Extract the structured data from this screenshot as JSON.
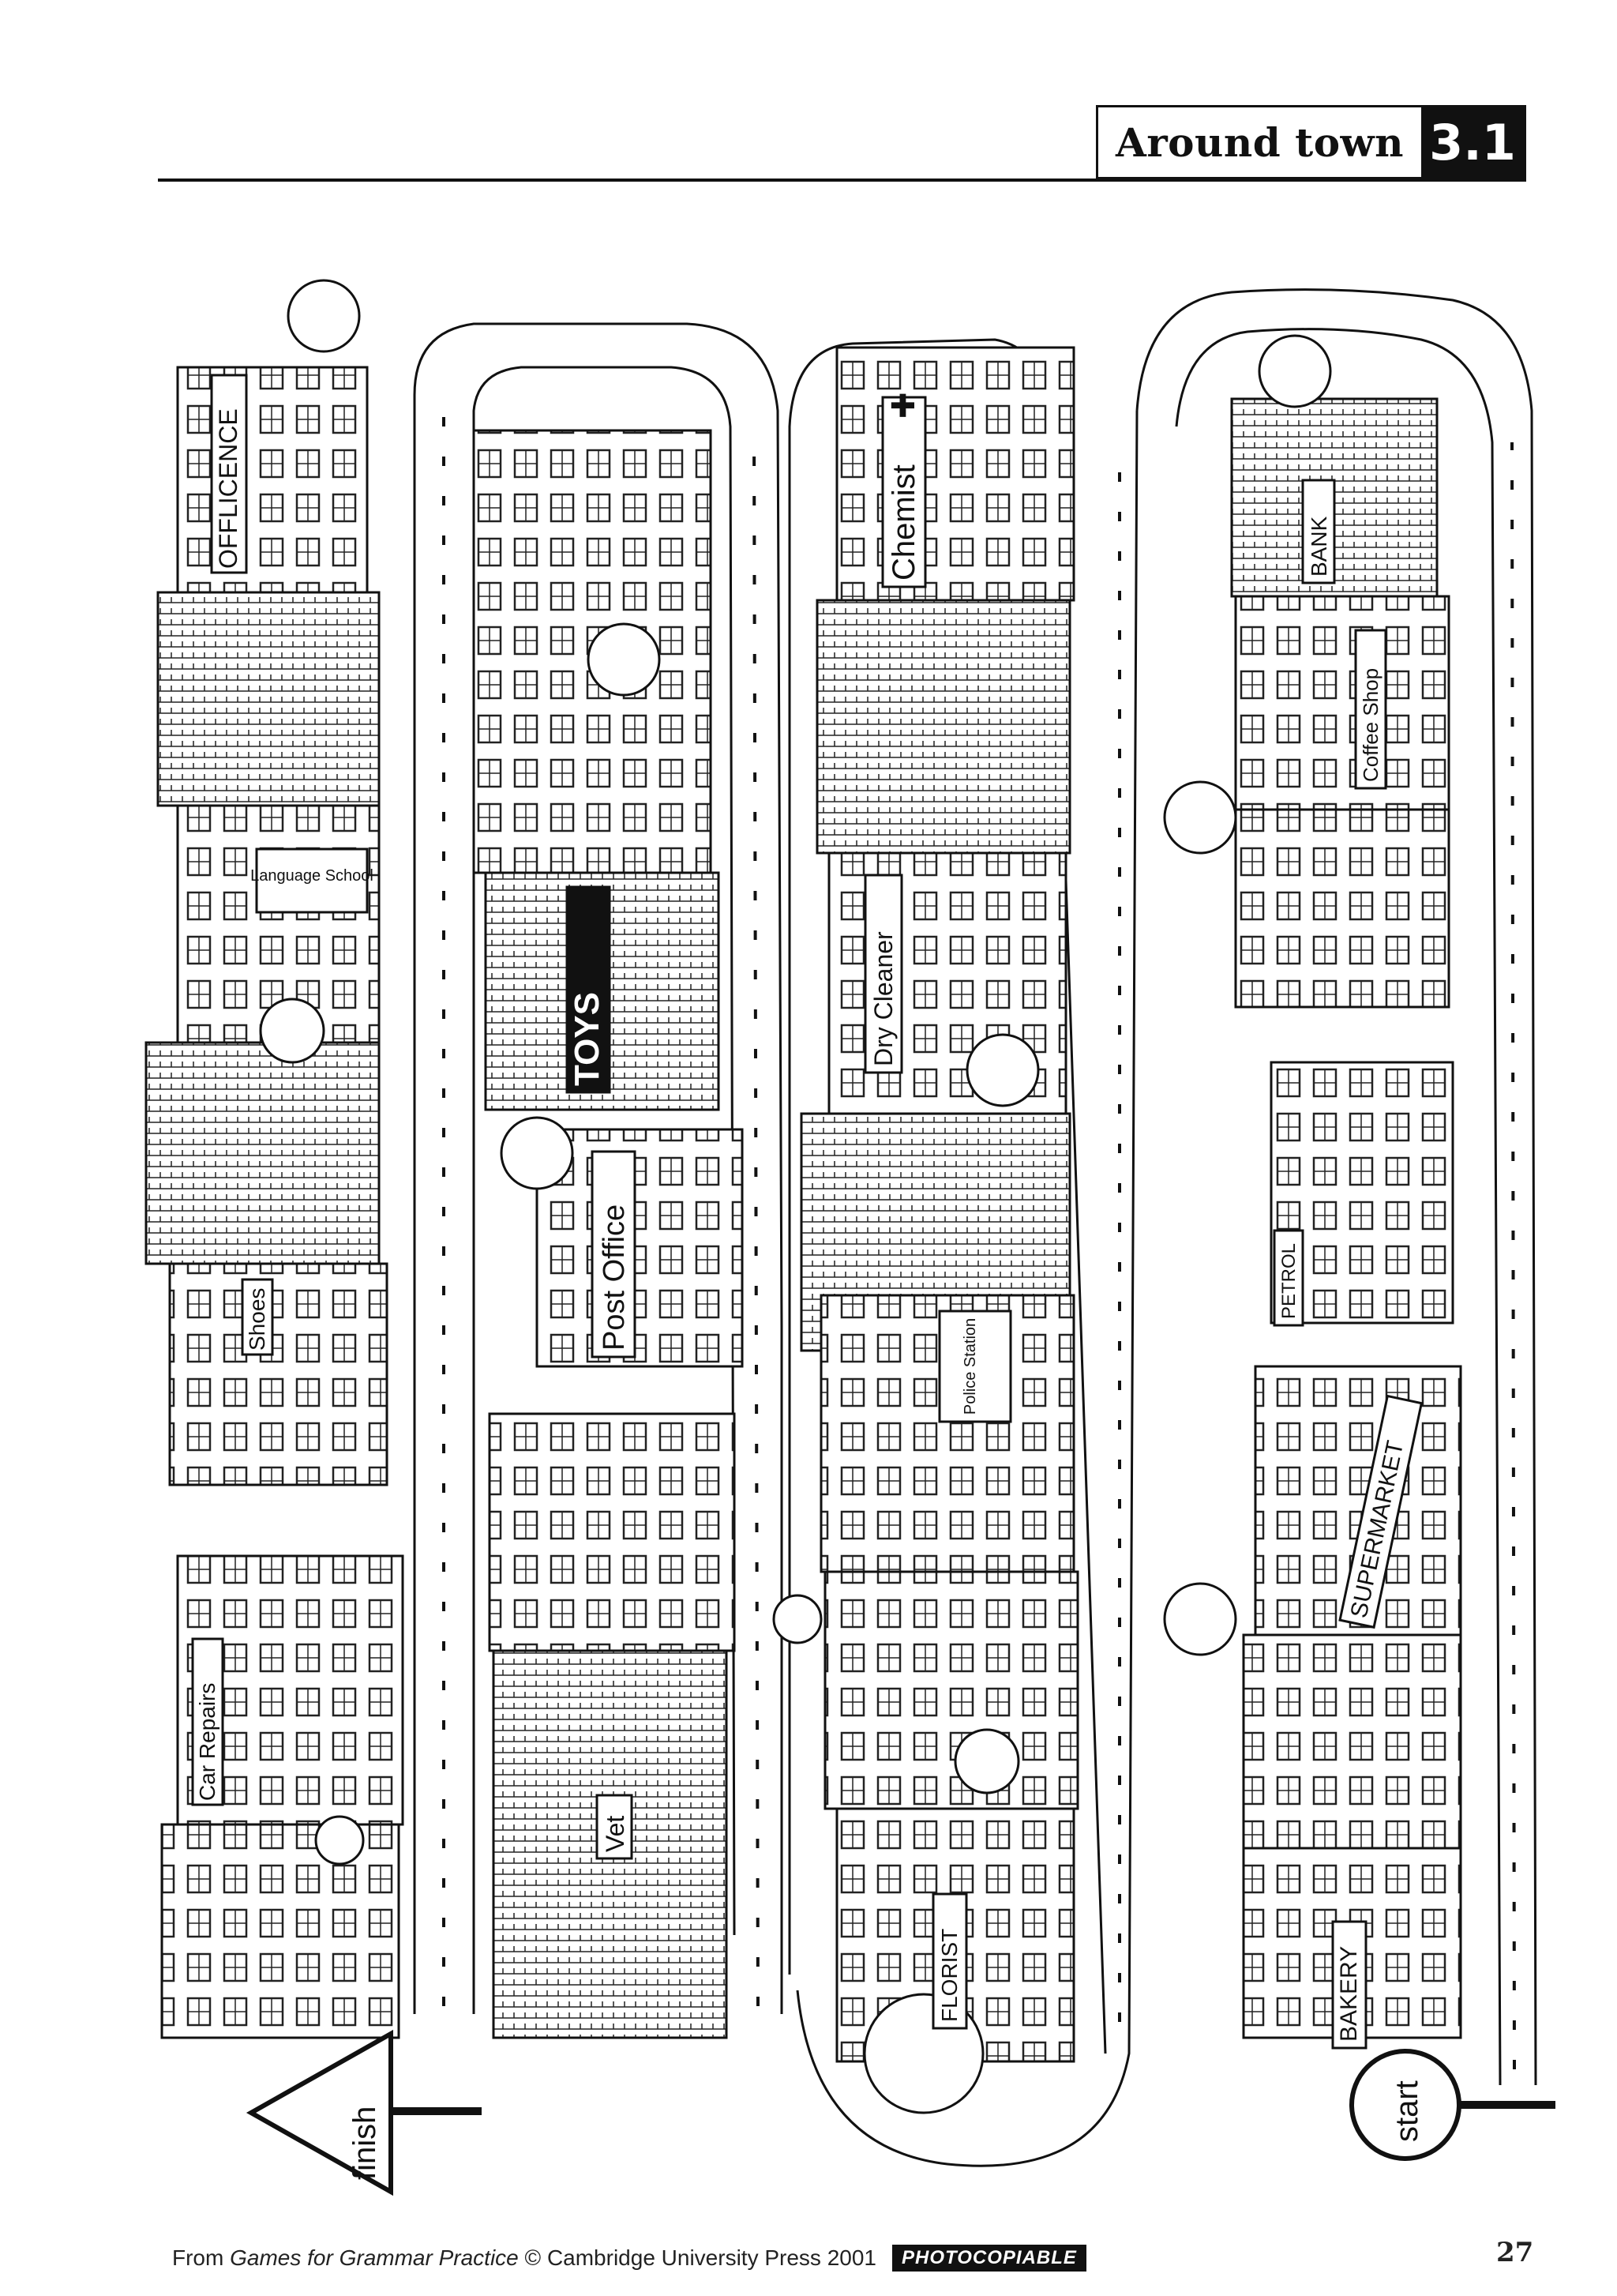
{
  "header": {
    "title": "Around town",
    "unit": "3.1"
  },
  "map": {
    "shops": {
      "off_licence": "OFFLICENCE",
      "language_school": "Language School",
      "shoes": "Shoes",
      "car_repairs": "Car Repairs",
      "toys": "TOYS",
      "post_office": "Post Office",
      "vet": "Vet",
      "chemist": "Chemist",
      "dry_cleaner": "Dry Cleaner",
      "police_station": "Police Station",
      "florist": "FLORIST",
      "bank": "BANK",
      "coffee_shop": "Coffee Shop",
      "petrol": "PETROL",
      "supermarket": "SUPERMARKET",
      "bakery": "BAKERY"
    },
    "start_label": "start",
    "finish_label": "finish"
  },
  "footer": {
    "prefix": "From",
    "book": "Games for Grammar Practice",
    "suffix": "© Cambridge University Press 2001",
    "badge": "PHOTOCOPIABLE"
  },
  "page_number": "27"
}
